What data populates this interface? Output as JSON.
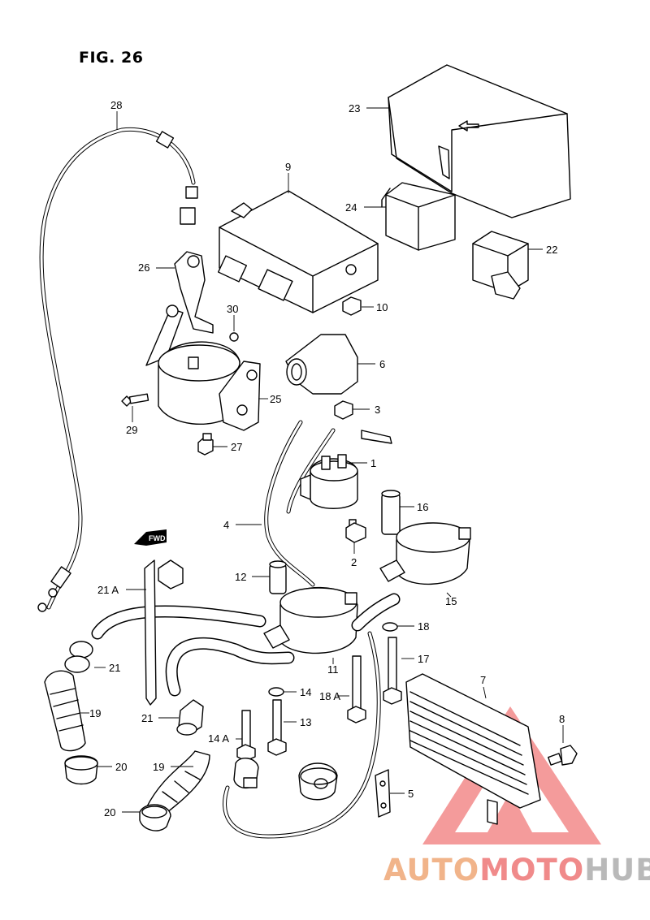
{
  "figure": {
    "title": "FIG. 26"
  },
  "fwd_label": "FWD",
  "watermark": {
    "part1": "AUTO",
    "part2": "MOTO",
    "part3": "HUB",
    "colors": {
      "part1": "#f1b48a",
      "part2": "#f08a8a",
      "part3": "#b9b9b9",
      "triangle": "#f07a7a"
    }
  },
  "callouts": {
    "c1": "1",
    "c2": "2",
    "c3": "3",
    "c4": "4",
    "c5": "5",
    "c6": "6",
    "c7": "7",
    "c8": "8",
    "c9": "9",
    "c10": "10",
    "c11": "11",
    "c12": "12",
    "c13": "13",
    "c14": "14",
    "c14a": "14 A",
    "c15": "15",
    "c16": "16",
    "c17": "17",
    "c18": "18",
    "c18a": "18 A",
    "c19a": "19",
    "c19b": "19",
    "c20a": "20",
    "c20b": "20",
    "c21a": "21",
    "c21b": "21",
    "c21A": "21 A",
    "c22": "22",
    "c23": "23",
    "c24": "24",
    "c25": "25",
    "c26": "26",
    "c27": "27",
    "c28": "28",
    "c29": "29",
    "c30": "30"
  }
}
